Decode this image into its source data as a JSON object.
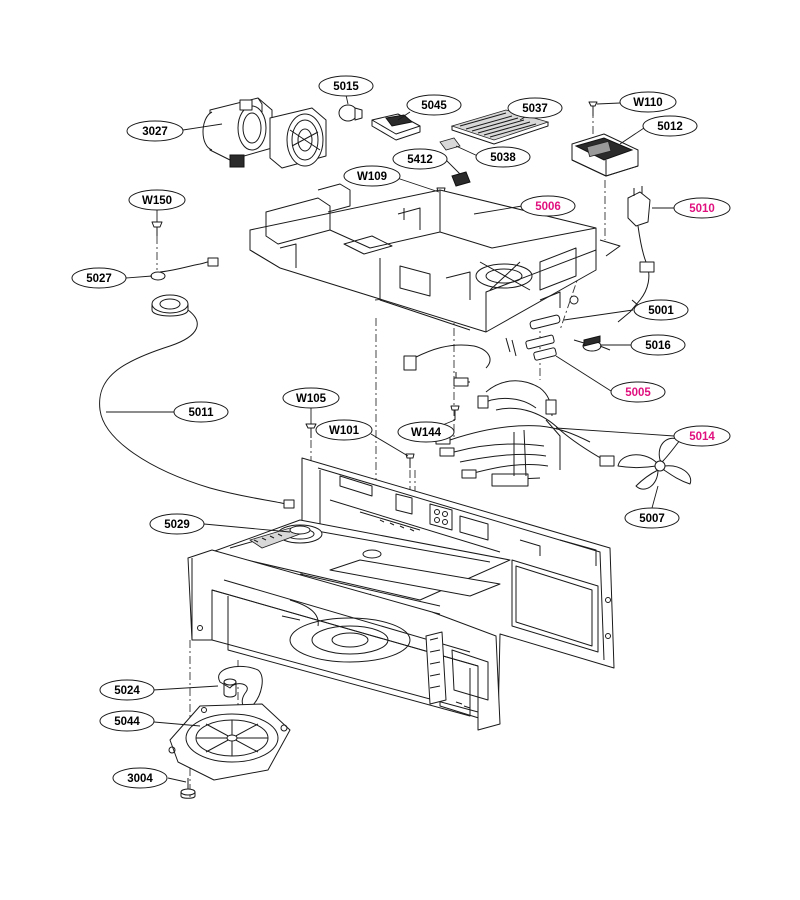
{
  "colors": {
    "line": "#1a1a1a",
    "label": "#000000",
    "highlight_label": "#e0117f",
    "background": "#ffffff"
  },
  "callouts": [
    {
      "id": "c3027",
      "label": "3027",
      "highlight": false
    },
    {
      "id": "c5015",
      "label": "5015",
      "highlight": false
    },
    {
      "id": "c5045",
      "label": "5045",
      "highlight": false
    },
    {
      "id": "c5037",
      "label": "5037",
      "highlight": false
    },
    {
      "id": "cW110",
      "label": "W110",
      "highlight": false
    },
    {
      "id": "c5012",
      "label": "5012",
      "highlight": false
    },
    {
      "id": "c5038",
      "label": "5038",
      "highlight": false
    },
    {
      "id": "c5412",
      "label": "5412",
      "highlight": false
    },
    {
      "id": "cW109",
      "label": "W109",
      "highlight": false
    },
    {
      "id": "c5006",
      "label": "5006",
      "highlight": true
    },
    {
      "id": "c5010",
      "label": "5010",
      "highlight": true
    },
    {
      "id": "cW150",
      "label": "W150",
      "highlight": false
    },
    {
      "id": "c5027",
      "label": "5027",
      "highlight": false
    },
    {
      "id": "c5001",
      "label": "5001",
      "highlight": false
    },
    {
      "id": "c5016",
      "label": "5016",
      "highlight": false
    },
    {
      "id": "c5005",
      "label": "5005",
      "highlight": true
    },
    {
      "id": "cW105",
      "label": "W105",
      "highlight": false
    },
    {
      "id": "c5011",
      "label": "5011",
      "highlight": false
    },
    {
      "id": "cW101",
      "label": "W101",
      "highlight": false
    },
    {
      "id": "cW144",
      "label": "W144",
      "highlight": false
    },
    {
      "id": "c5014",
      "label": "5014",
      "highlight": true
    },
    {
      "id": "c5007",
      "label": "5007",
      "highlight": false
    },
    {
      "id": "c5029",
      "label": "5029",
      "highlight": false
    },
    {
      "id": "c5024",
      "label": "5024",
      "highlight": false
    },
    {
      "id": "c5044",
      "label": "5044",
      "highlight": false
    },
    {
      "id": "c3004",
      "label": "3004",
      "highlight": false
    }
  ]
}
